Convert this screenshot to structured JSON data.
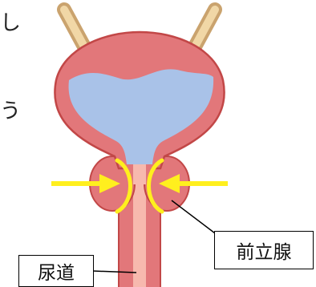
{
  "left_text": {
    "top": "し",
    "bottom": "う"
  },
  "labels": {
    "prostate": "前立腺",
    "urethra": "尿道"
  },
  "colors": {
    "tissue": "#e2777a",
    "tissue_inner": "#f7b9ae",
    "outline": "#c24747",
    "urine": "#a9c2e8",
    "ureter": "#e9c88f",
    "arrow": "#ffef1e"
  }
}
